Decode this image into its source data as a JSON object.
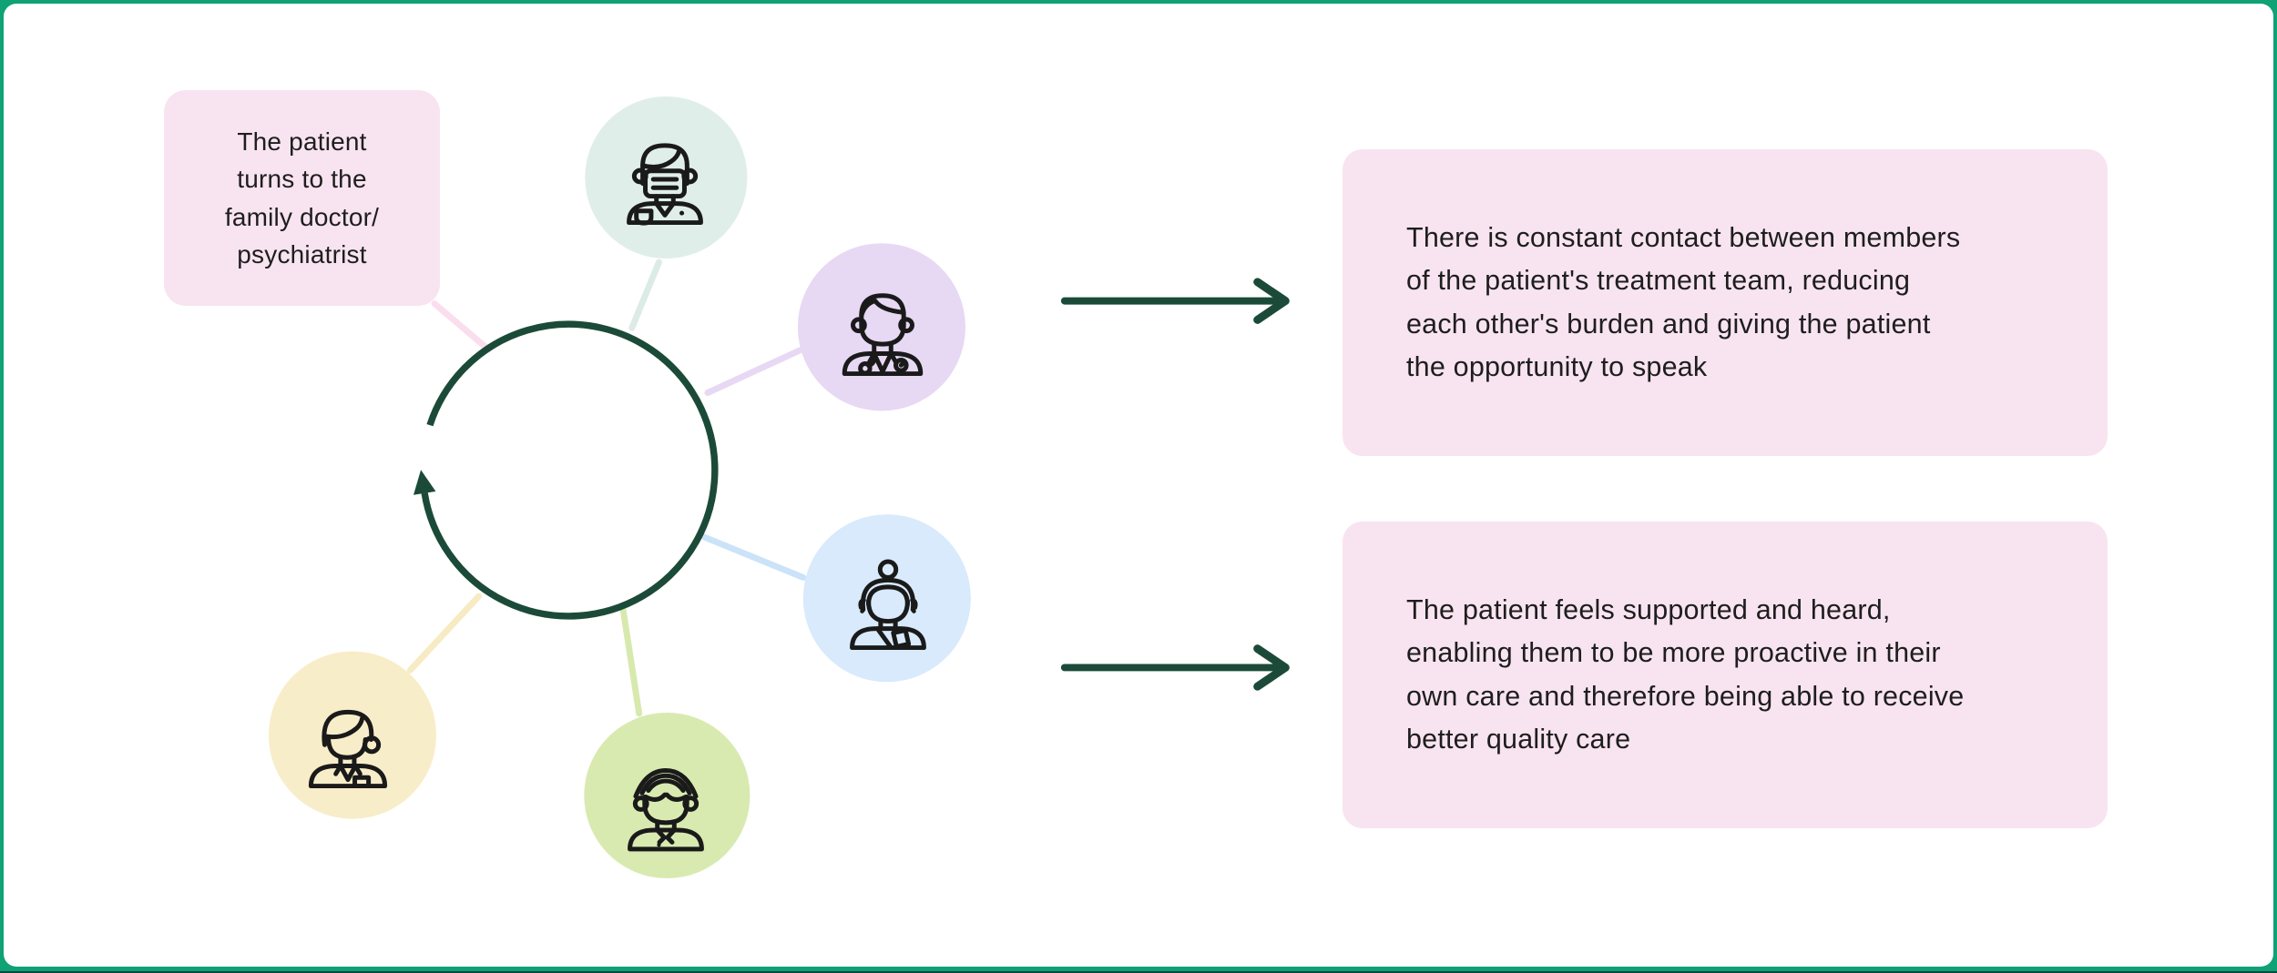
{
  "frame": {
    "border_color": "#0ea274",
    "card_color": "#ffffff",
    "bottom_edge_color": "#0b4a3e"
  },
  "palette": {
    "accent_dark_green": "#1c4a39",
    "text_color": "#1e1e1e",
    "note_pink": "#f8e4f0"
  },
  "left_note": {
    "text": "The patient\nturns to the\nfamily doctor/\npsychiatrist",
    "bg_color": "#f8e4f0",
    "line_color": "#fadeed"
  },
  "cycle": {
    "color": "#1c4a39",
    "direction": "clockwise"
  },
  "members": [
    {
      "icon": "masked-medic-icon",
      "circle_color": "#e0eee9",
      "line_color": "#dcebe5"
    },
    {
      "icon": "doctor-icon",
      "circle_color": "#e7d8f4",
      "line_color": "#e7d8f4"
    },
    {
      "icon": "therapist-icon",
      "circle_color": "#d8eafb",
      "line_color": "#cbe3f8"
    },
    {
      "icon": "nurse-icon",
      "circle_color": "#d9eab0",
      "line_color": "#d8e9ae"
    },
    {
      "icon": "case-manager-icon",
      "circle_color": "#f8edc9",
      "line_color": "#f6ebc2"
    }
  ],
  "outcomes": [
    {
      "text": "There is constant contact between members\nof the patient's treatment team, reducing\neach other's burden and giving the patient\nthe opportunity to speak",
      "bg_color": "#f8e4f0"
    },
    {
      "text": "The patient feels supported and heard,\nenabling them to be more proactive in their\nown care and therefore being able to receive\nbetter quality care",
      "bg_color": "#f8e4f0"
    }
  ]
}
